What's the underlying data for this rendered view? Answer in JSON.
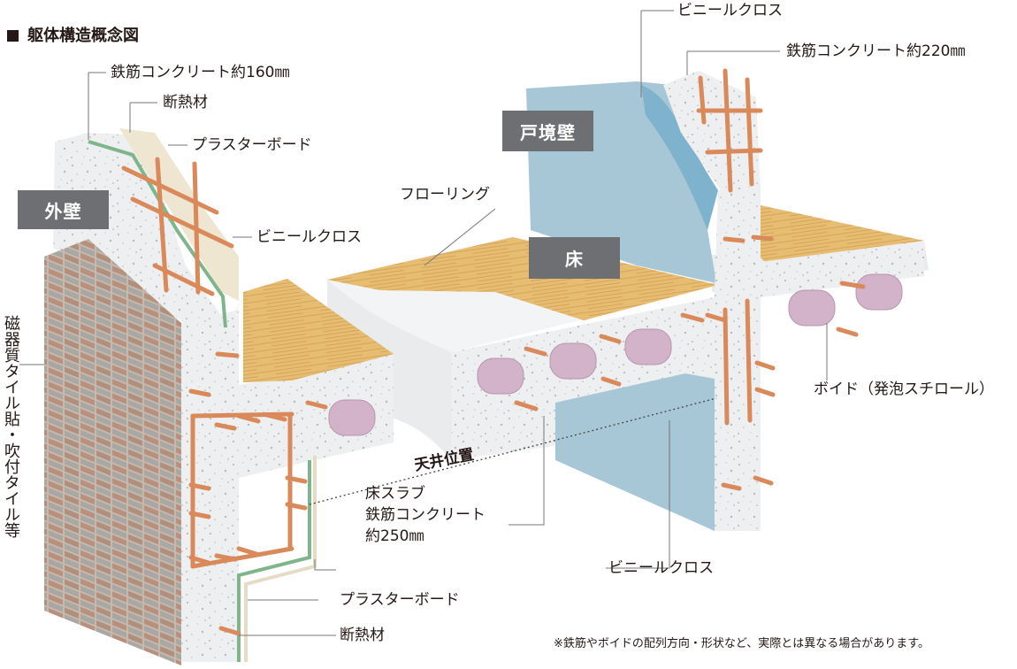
{
  "title": "躯体構造概念図",
  "tags": {
    "exterior_wall": "外壁",
    "partition_wall": "戸境壁",
    "floor": "床"
  },
  "labels": {
    "vinyl_cloth_top": "ビニールクロス",
    "rc_220": "鉄筋コンクリート約220㎜",
    "rc_160": "鉄筋コンクリート約160㎜",
    "insulation_top": "断熱材",
    "plasterboard_top": "プラスターボード",
    "vinyl_cloth_left": "ビニールクロス",
    "flooring": "フローリング",
    "void": "ボイド（発泡スチロール）",
    "ceiling_position": "天井位置",
    "floor_slab": "床スラブ\n鉄筋コンクリート\n約250㎜",
    "vinyl_cloth_bottom": "ビニールクロス",
    "plasterboard_bottom": "プラスターボード",
    "insulation_bottom": "断熱材",
    "tile": "磁器質タイル貼・吹付タイル等"
  },
  "note": "※鉄筋やボイドの配列方向・形状など、実際とは異なる場合があります。",
  "colors": {
    "concrete": "#f0f1f2",
    "concrete_side": "#e3e4e6",
    "rebar": "#d9895a",
    "flooring": "#e2b86e",
    "vinyl_blue": "#a7c6d6",
    "insulation_green": "#7fb58b",
    "void_pink": "#cfb0c6",
    "tile_brick": "#b99a88",
    "tile_gray": "#a9a9a6",
    "tag_gray": "#6e6f72"
  }
}
